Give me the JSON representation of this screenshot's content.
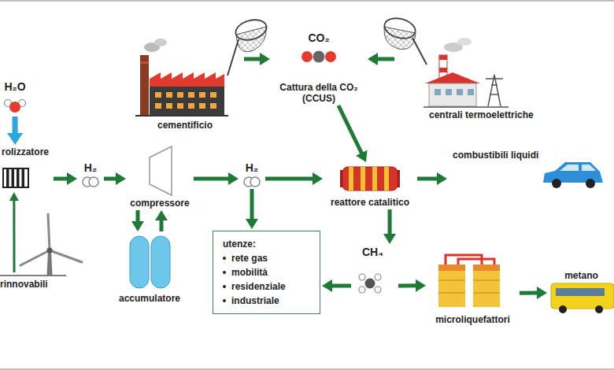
{
  "diagram": {
    "nodes": [
      {
        "text": [
          "H₂O"
        ]
      },
      {
        "text": [
          "rolizzatore"
        ]
      },
      {
        "text": [
          "rinnovabili"
        ]
      },
      {
        "text": [
          "H₂"
        ]
      },
      {
        "text": [
          "compressore"
        ]
      },
      {
        "text": [
          "accumulatore"
        ]
      },
      {
        "text": [
          "H₂"
        ]
      },
      {
        "text": [
          "utenze:",
          "rete gas",
          "mobilità",
          "residenziale",
          "industriale"
        ]
      },
      {
        "text": [
          "cementificio"
        ]
      },
      {
        "text": [
          "CO₂",
          "Cattura della CO₂",
          "(CCUS)"
        ]
      },
      {
        "text": [
          "centrali termoelettriche"
        ]
      },
      {
        "text": [
          "reattore catalitico"
        ]
      },
      {
        "text": [
          "combustibili liquidi"
        ]
      },
      {
        "text": [
          "CH₄"
        ]
      },
      {
        "text": [
          "microliquefattori"
        ]
      },
      {
        "text": [
          "metano"
        ]
      }
    ],
    "edges": [
      {
        "from": 0,
        "to": 1,
        "arrow": "to"
      },
      {
        "from": 2,
        "to": 1,
        "arrow": "to"
      },
      {
        "from": 1,
        "to": 3,
        "arrow": "to"
      },
      {
        "from": 3,
        "to": 4,
        "arrow": "to"
      },
      {
        "from": 4,
        "to": 5,
        "arrow": "to"
      },
      {
        "from": 5,
        "to": 4,
        "arrow": "to"
      },
      {
        "from": 4,
        "to": 6,
        "arrow": "to"
      },
      {
        "from": 6,
        "to": 7,
        "arrow": "to"
      },
      {
        "from": 6,
        "to": 11,
        "arrow": "to"
      },
      {
        "from": 8,
        "to": 9,
        "arrow": "to"
      },
      {
        "from": 10,
        "to": 9,
        "arrow": "to"
      },
      {
        "from": 9,
        "to": 11,
        "arrow": "to"
      },
      {
        "from": 11,
        "to": 12,
        "arrow": "to"
      },
      {
        "from": 11,
        "to": 13,
        "arrow": "to"
      },
      {
        "from": 13,
        "to": 7,
        "arrow": "to"
      },
      {
        "from": 13,
        "to": 14,
        "arrow": "to"
      },
      {
        "from": 14,
        "to": 15,
        "arrow": "to"
      }
    ]
  }
}
